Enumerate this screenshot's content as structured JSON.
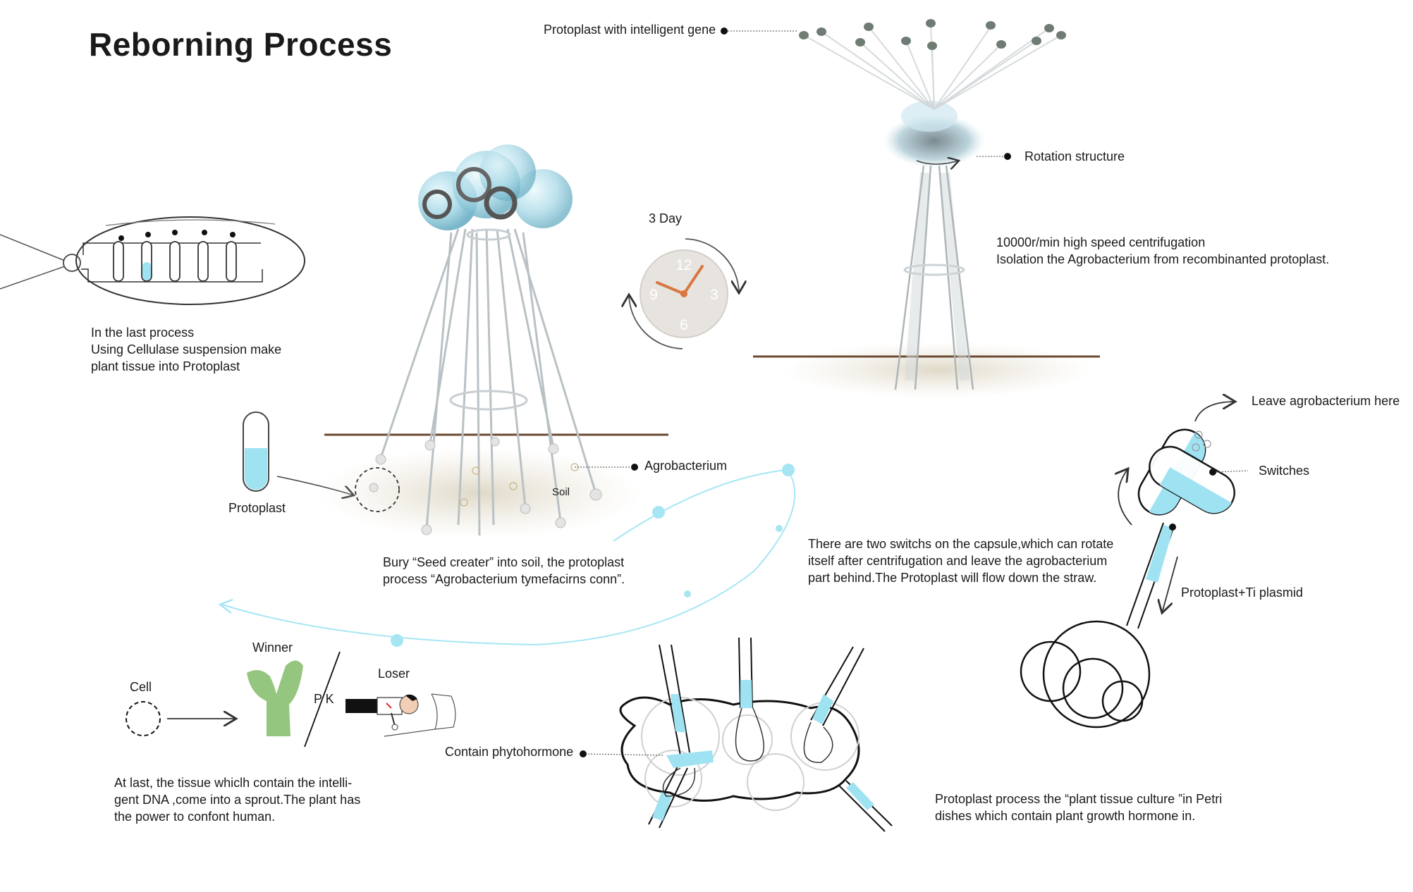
{
  "title": "Reborning Process",
  "labels": {
    "protoplast_gene": "Protoplast with intelligent gene",
    "rotation": "Rotation structure",
    "three_day": "3 Day",
    "agrobacterium": "Agrobacterium",
    "soil": "Soil",
    "protoplast": "Protoplast",
    "leave_agro": "Leave agrobacterium here",
    "switches": "Switches",
    "protoplast_ti": "Protoplast+Ti plasmid",
    "winner": "Winner",
    "loser": "Loser",
    "pk": "P K",
    "cell": "Cell",
    "contain_phyto": "Contain phytohormone"
  },
  "clock": {
    "n12": "12",
    "n3": "3",
    "n6": "6",
    "n9": "9"
  },
  "paragraphs": {
    "last_process": "In the last process\nUsing Cellulase suspension make\nplant tissue into Protoplast",
    "centrifugation": "10000r/min high speed centrifugation\nIsolation the Agrobacterium from recombinanted protoplast.",
    "bury": "Bury “Seed creater” into soil, the protoplast\nprocess “Agrobacterium tymefacirns conn”.",
    "switches_desc": "There are two switchs on the capsule,which can rotate\nitself after centrifugation and leave the agrobacterium\npart behind.The Protoplast will flow down the straw.",
    "at_last": "At last, the tissue whiclh contain the intelli-\ngent DNA ,come into a sprout.The plant has\nthe power to confont human.",
    "petri": "Protoplast process the “plant tissue culture ”in Petri\ndishes which contain plant growth hormone in."
  },
  "colors": {
    "accent_blue": "#9fe3f2",
    "soil_line": "#6b4a32",
    "clock_hand": "#d9773f"
  }
}
